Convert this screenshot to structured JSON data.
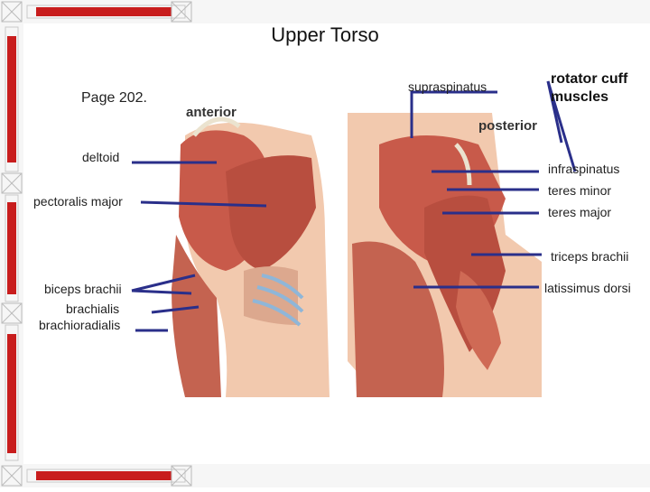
{
  "title": "Upper Torso",
  "page_ref": "Page 202.",
  "views": {
    "anterior": "anterior",
    "posterior": "posterior"
  },
  "labels_left": {
    "deltoid": "deltoid",
    "pectoralis_major": "pectoralis major",
    "biceps_brachii": "biceps brachii",
    "brachialis": "brachialis",
    "brachioradialis": "brachioradialis"
  },
  "labels_right": {
    "supraspinatus": "supraspinatus",
    "rotator_cuff": "rotator cuff",
    "muscles": "muscles",
    "infraspinatus": "infraspinatus",
    "teres_minor": "teres minor",
    "teres_major": "teres major",
    "triceps_brachii": "triceps brachii",
    "latissimus_dorsi": "latissimus dorsi"
  },
  "colors": {
    "muscle": "#c85a4a",
    "skin": "#f2c9ae",
    "leader_line": "#2a2f8a",
    "frame_accent": "#c81d1d"
  }
}
